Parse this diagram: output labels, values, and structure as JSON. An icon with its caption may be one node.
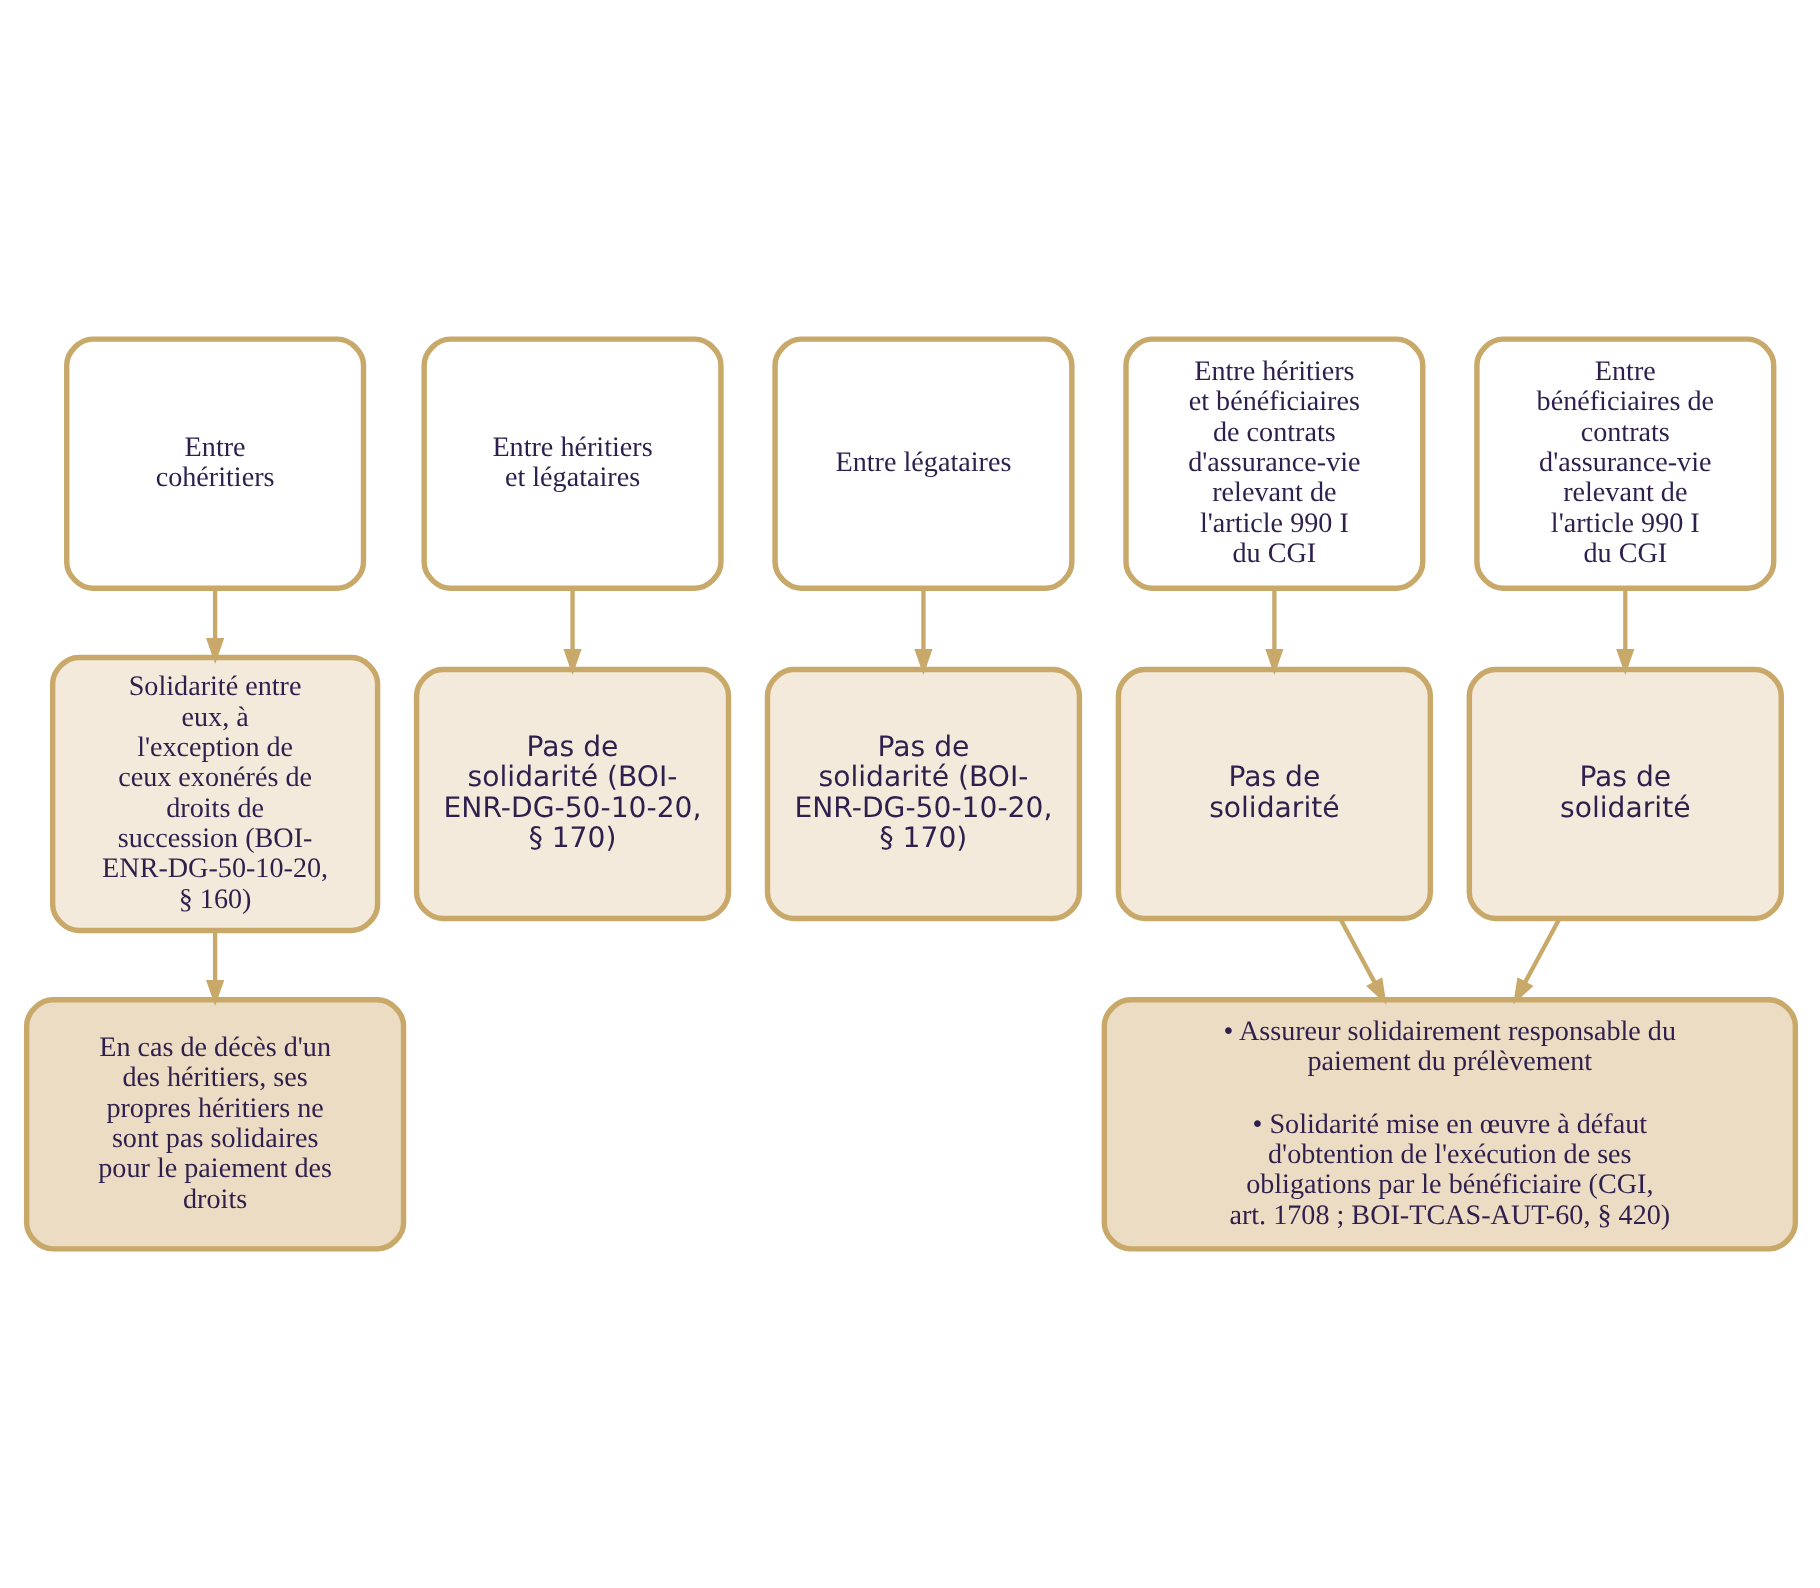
{
  "diagram": {
    "nodes": [
      {
        "text": [
          "Entre cohéritiers"
        ]
      },
      {
        "text": [
          "Entre héritiers et légataires"
        ]
      },
      {
        "text": [
          "Entre légataires"
        ]
      },
      {
        "text": [
          "Entre héritiers et bénéficiaires de contrats d'assurance-vie relevant de l'article 990 I du CGI"
        ]
      },
      {
        "text": [
          "Entre bénéficiaires de contrats d'assurance-vie relevant de l'article 990 I du CGI"
        ]
      },
      {
        "text": [
          "Solidarité entre eux, à l'exception de ceux exonérés de droits de succession (BOI-ENR-DG-50-10-20, § 160)"
        ]
      },
      {
        "text": [
          "Pas de solidarité (BOI-ENR-DG-50-10-20, § 170)"
        ]
      },
      {
        "text": [
          "Pas de solidarité (BOI-ENR-DG-50-10-20, § 170)"
        ]
      },
      {
        "text": [
          "Pas de solidarité"
        ]
      },
      {
        "text": [
          "Pas de solidarité"
        ]
      },
      {
        "text": [
          "En cas de décès d'un des héritiers, ses propres héritiers ne sont pas solidaires pour le paiement des droits"
        ]
      },
      {
        "text": [
          "• Assureur solidairement responsable du paiement du prélèvement",
          "• Solidarité mise en œuvre à défaut d'obtention de l'exécution de ses obligations par le bénéficiaire (CGI, art. 1708 ; BOI-TCAS-AUT-60, § 420)"
        ]
      }
    ],
    "edges": [
      {
        "from": 0,
        "to": 5,
        "arrow": "to"
      },
      {
        "from": 1,
        "to": 6,
        "arrow": "to"
      },
      {
        "from": 2,
        "to": 7,
        "arrow": "to"
      },
      {
        "from": 3,
        "to": 8,
        "arrow": "to"
      },
      {
        "from": 4,
        "to": 9,
        "arrow": "to"
      },
      {
        "from": 5,
        "to": 10,
        "arrow": "to"
      },
      {
        "from": 8,
        "to": 11,
        "arrow": "to"
      },
      {
        "from": 9,
        "to": 11,
        "arrow": "to"
      }
    ]
  }
}
